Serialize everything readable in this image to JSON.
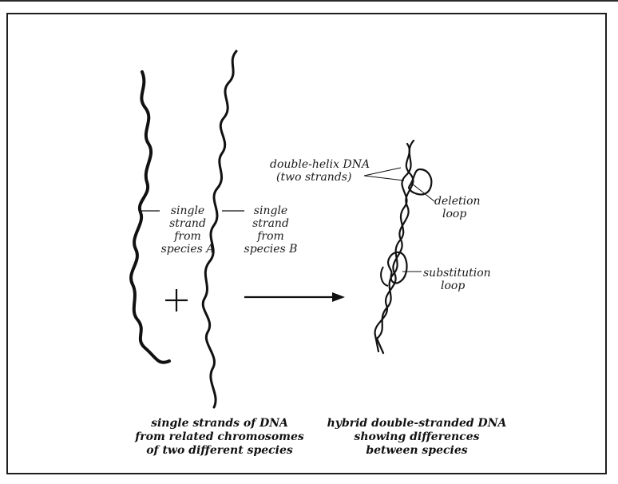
{
  "labels": {
    "strand_a": [
      "single",
      "strand",
      "from",
      "species A"
    ],
    "strand_b": [
      "single",
      "strand",
      "from",
      "species B"
    ],
    "double_helix": [
      "double-helix DNA",
      "(two strands)"
    ],
    "deletion_loop": [
      "deletion",
      "loop"
    ],
    "substitution_loop": [
      "substitution",
      "loop"
    ],
    "plus": "+"
  },
  "captions": {
    "left": [
      "single strands of DNA",
      "from related chromosomes",
      "of two different species"
    ],
    "right": [
      "hybrid double-stranded DNA",
      "showing differences",
      "between species"
    ]
  }
}
